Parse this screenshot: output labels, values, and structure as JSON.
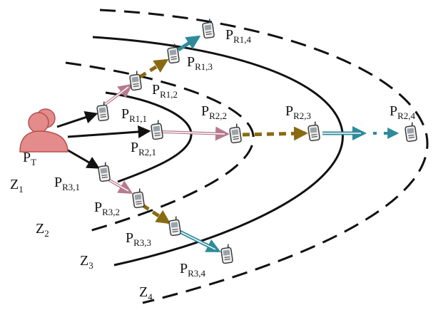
{
  "transmitter": {
    "label_main": "P",
    "label_sub": "T"
  },
  "zones": [
    {
      "label_main": "Z",
      "label_sub": "1"
    },
    {
      "label_main": "Z",
      "label_sub": "2"
    },
    {
      "label_main": "Z",
      "label_sub": "3"
    },
    {
      "label_main": "Z",
      "label_sub": "4"
    }
  ],
  "nodes": [
    {
      "id": "r11",
      "label_main": "P",
      "label_sub": "R1,1"
    },
    {
      "id": "r12",
      "label_main": "P",
      "label_sub": "R1,2"
    },
    {
      "id": "r13",
      "label_main": "P",
      "label_sub": "R1,3"
    },
    {
      "id": "r14",
      "label_main": "P",
      "label_sub": "R1,4"
    },
    {
      "id": "r21",
      "label_main": "P",
      "label_sub": "R2,1"
    },
    {
      "id": "r22",
      "label_main": "P",
      "label_sub": "R2,2"
    },
    {
      "id": "r23",
      "label_main": "P",
      "label_sub": "R2,3"
    },
    {
      "id": "r24",
      "label_main": "P",
      "label_sub": "R2,4"
    },
    {
      "id": "r31",
      "label_main": "P",
      "label_sub": "R3,1"
    },
    {
      "id": "r32",
      "label_main": "P",
      "label_sub": "R3,2"
    },
    {
      "id": "r33",
      "label_main": "P",
      "label_sub": "R3,3"
    },
    {
      "id": "r34",
      "label_main": "P",
      "label_sub": "R3,4"
    }
  ],
  "colors": {
    "person_fill": "#e48b8b",
    "person_stroke": "#b54f4f",
    "hop1": "#111111",
    "hop2_stroke": "#b77a8e",
    "hop2_fill": "#ffffff",
    "hop3": "#8a6a10",
    "hop4": "#2e8b9a",
    "device_fill": "#eeeeee",
    "device_stroke": "#333333"
  }
}
